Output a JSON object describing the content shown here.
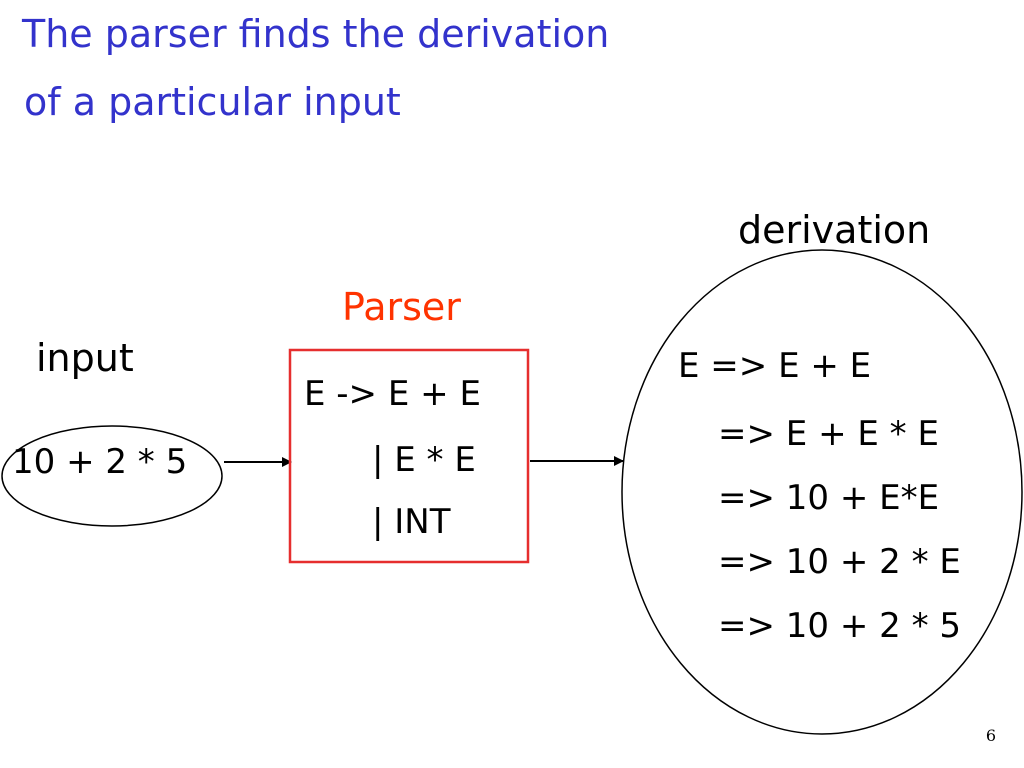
{
  "title": {
    "line1": "The parser finds the derivation",
    "line2": "of a particular input"
  },
  "colors": {
    "title": "#3333cc",
    "parser_label": "#ff3300",
    "parser_box_border": "#e62e2e",
    "text": "#000000"
  },
  "input": {
    "label": "input",
    "value": "10 + 2 * 5"
  },
  "parser": {
    "label": "Parser",
    "grammar": [
      "E -> E + E",
      "| E * E",
      "| INT"
    ]
  },
  "derivation": {
    "label": "derivation",
    "steps": [
      "E => E + E",
      "=> E + E * E",
      "=> 10 + E*E",
      "=> 10 + 2 * E",
      "=> 10 + 2 * 5"
    ]
  },
  "page_number": "6"
}
